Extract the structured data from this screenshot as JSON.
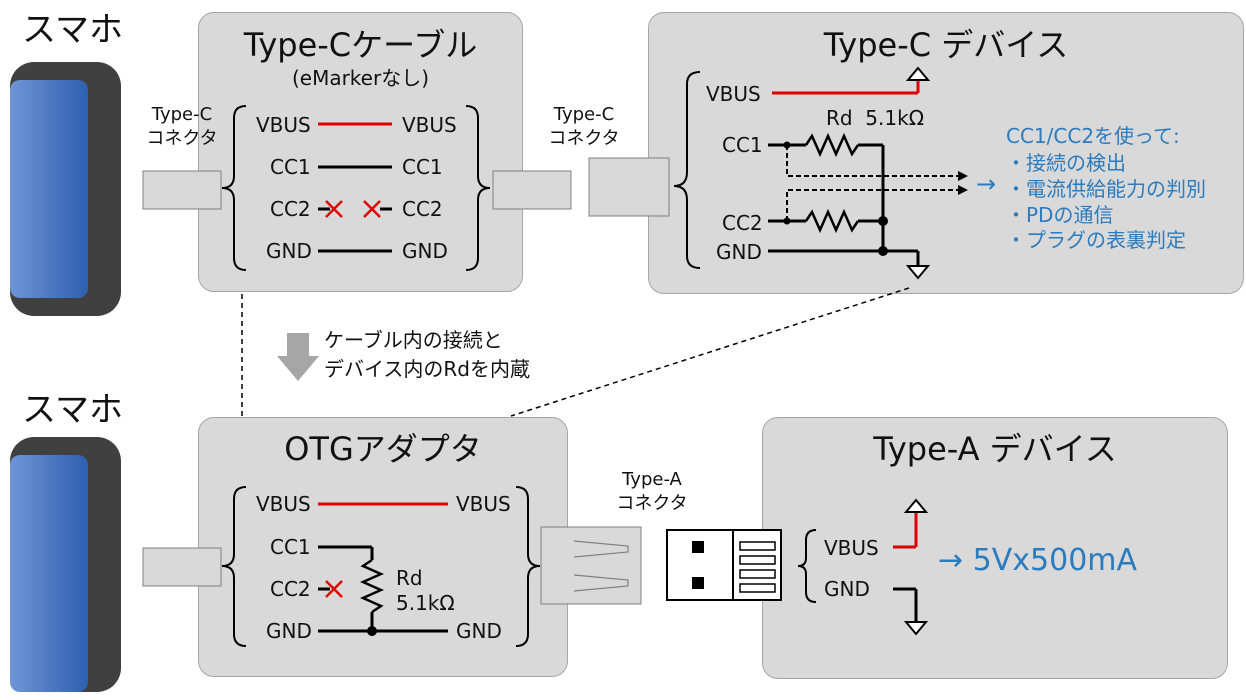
{
  "phone_label": "スマホ",
  "cable_panel": {
    "title": "Type-Cケーブル",
    "subtitle": "(eMarkerなし)",
    "pins": [
      {
        "left": "VBUS",
        "right": "VBUS"
      },
      {
        "left": "CC1",
        "right": "CC1"
      },
      {
        "left": "CC2",
        "right": "CC2"
      },
      {
        "left": "GND",
        "right": "GND"
      }
    ]
  },
  "connector_label": "Type-C\nコネクタ",
  "typec_device": {
    "title": "Type-C デバイス",
    "pins": [
      "VBUS",
      "CC1",
      "CC2",
      "GND"
    ],
    "resistor_label": "Rd  5.1kΩ",
    "uses_title": "CC1/CC2を使って:",
    "uses": [
      "・接続の検出",
      "・電流供給能力の判別",
      "・PDの通信",
      "・プラグの表裏判定"
    ],
    "arrow": "→"
  },
  "transition_note": "ケーブル内の接続と\nデバイス内のRdを内蔵",
  "otg_panel": {
    "title": "OTGアダプタ",
    "pins_left": [
      "VBUS",
      "CC1",
      "CC2",
      "GND"
    ],
    "pins_right": [
      "VBUS",
      "GND"
    ],
    "rd_label": "Rd\n5.1kΩ"
  },
  "typea_connector_label": "Type-A\nコネクタ",
  "typea_device": {
    "title": "Type-A デバイス",
    "pins": [
      "VBUS",
      "GND"
    ],
    "result": "→ 5Vx500mA"
  },
  "colors": {
    "vbus_red": "#e00000",
    "accent_blue": "#2b7bbf",
    "panel_gray": "#d9d9d9",
    "arrow_gray": "#a6a6a6"
  }
}
